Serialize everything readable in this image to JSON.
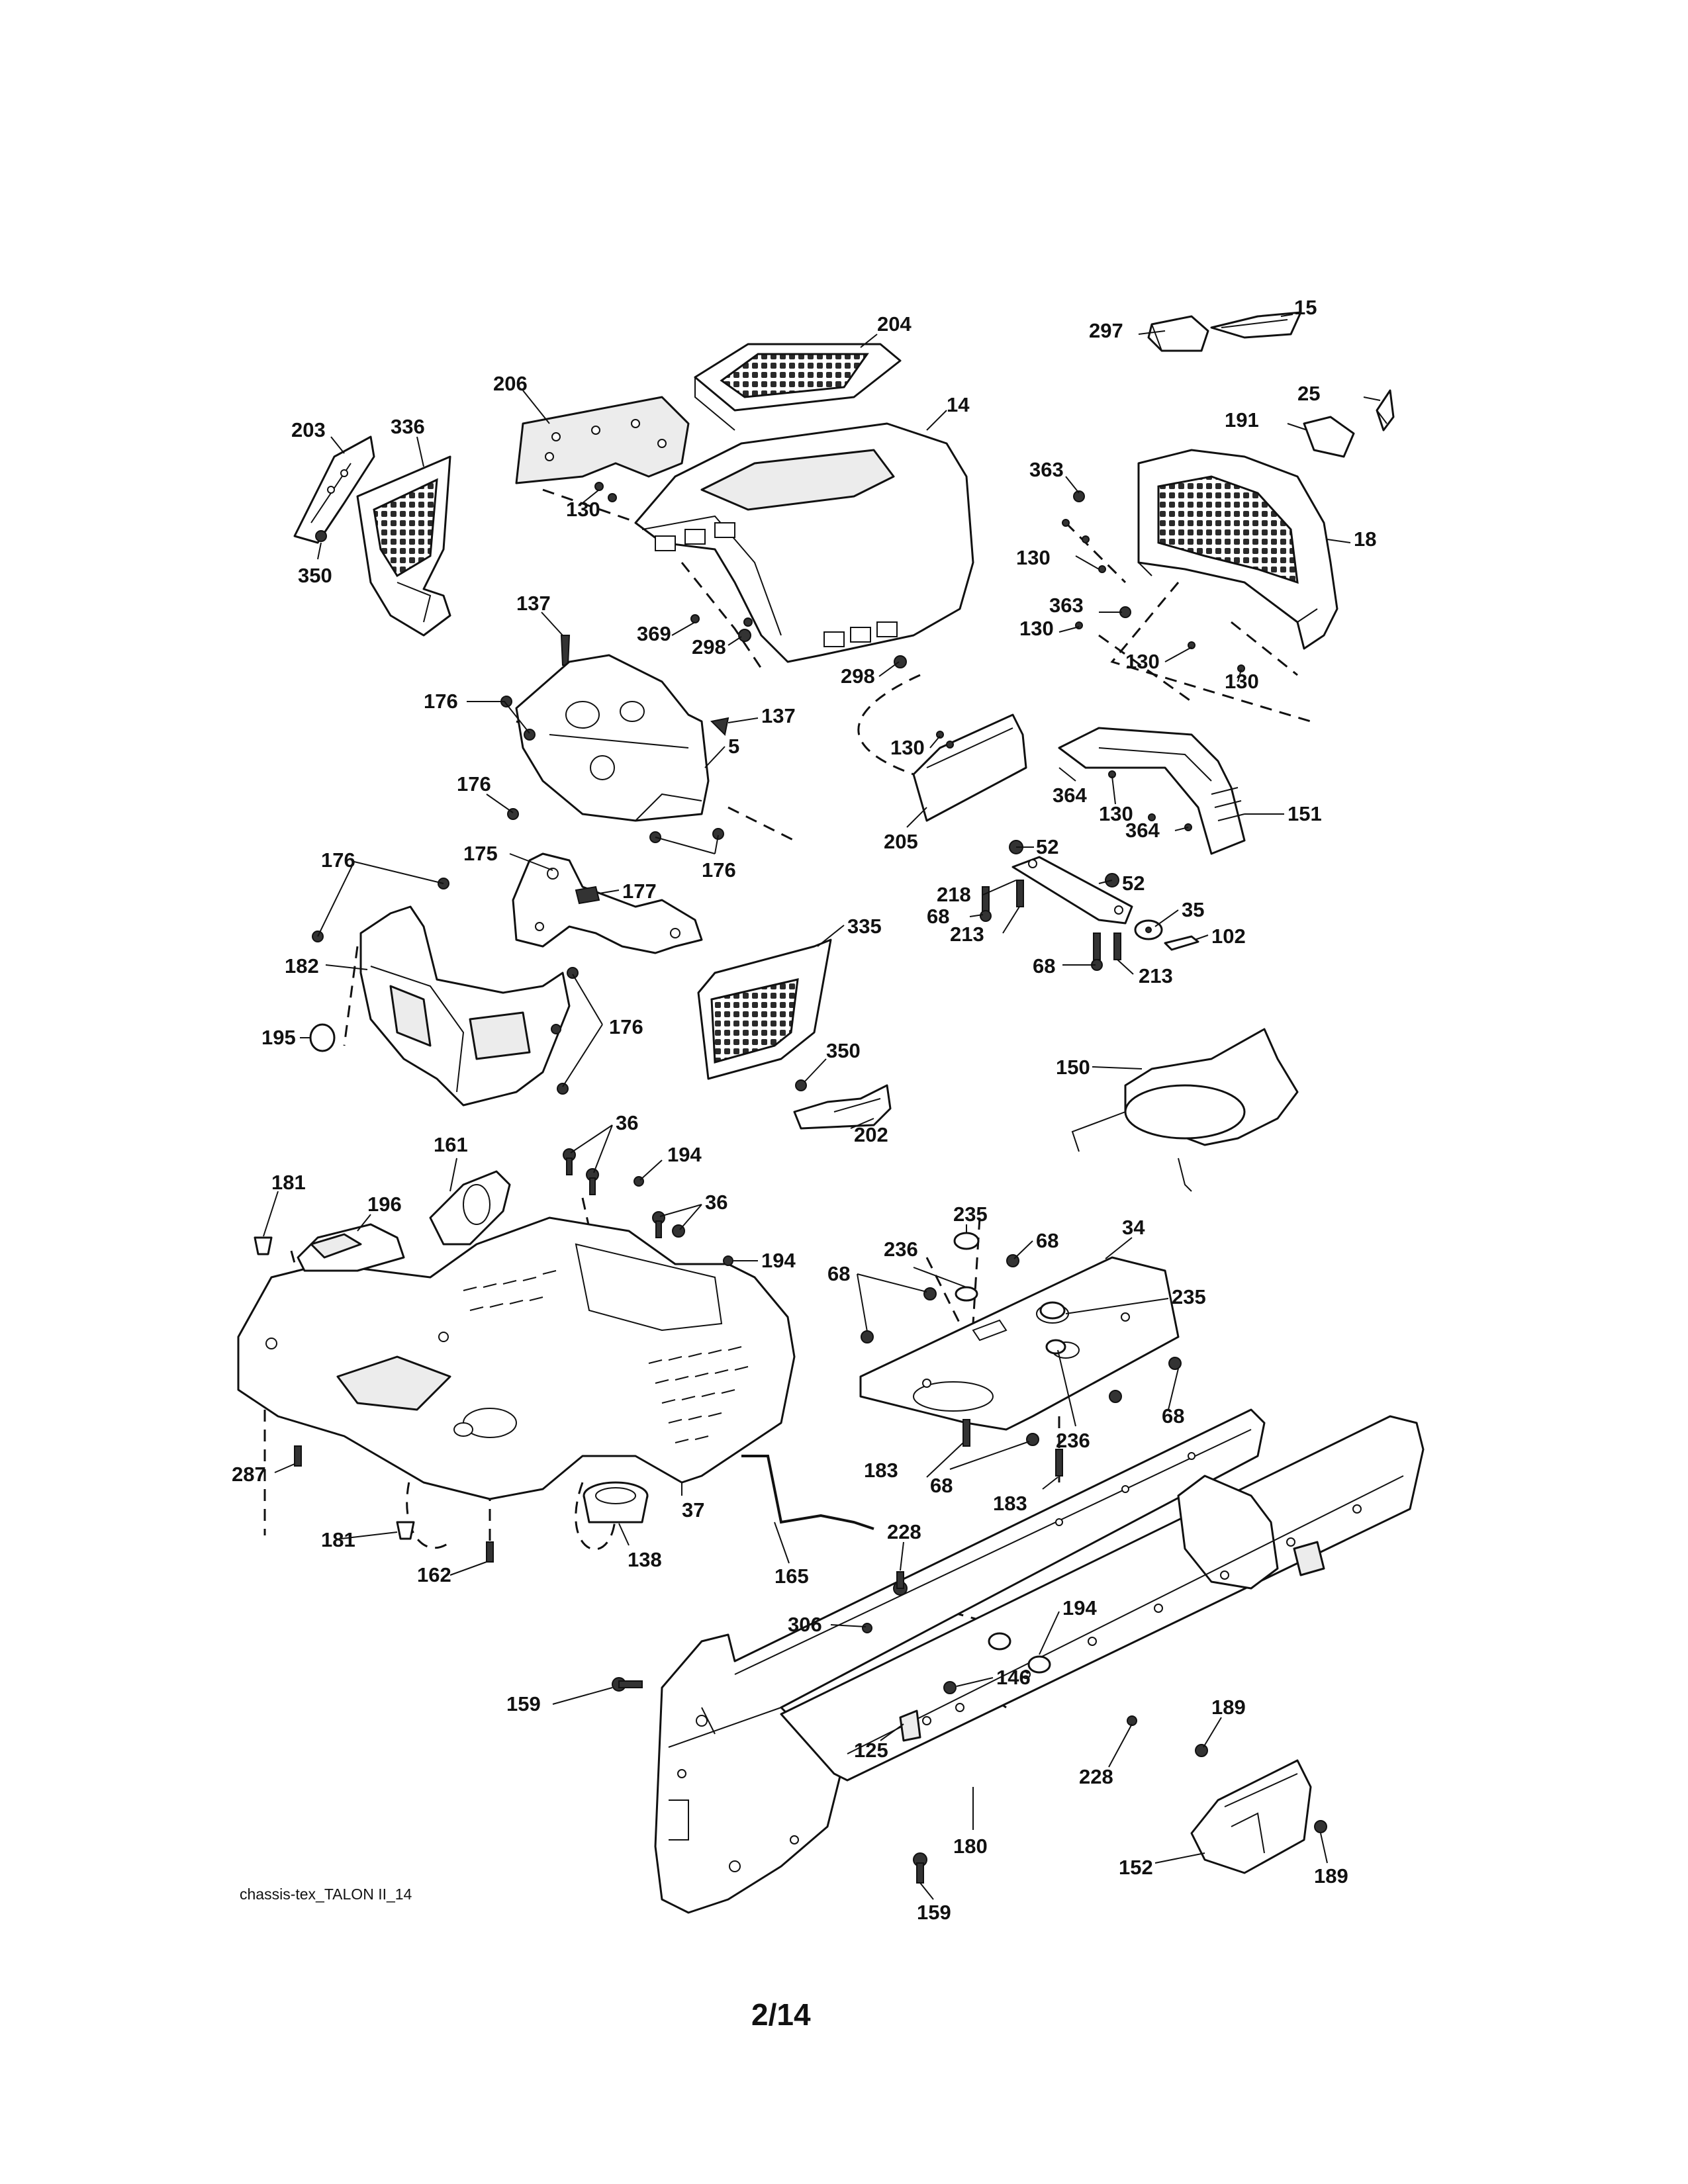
{
  "diagram": {
    "caption": "chassis-tex_TALON II_14",
    "page_number": "2/14",
    "callouts": [
      {
        "key": "c204",
        "label": "204"
      },
      {
        "key": "c14",
        "label": "14"
      },
      {
        "key": "c15",
        "label": "15"
      },
      {
        "key": "c297",
        "label": "297"
      },
      {
        "key": "c25",
        "label": "25"
      },
      {
        "key": "c191",
        "label": "191"
      },
      {
        "key": "c206",
        "label": "206"
      },
      {
        "key": "c203",
        "label": "203"
      },
      {
        "key": "c336",
        "label": "336"
      },
      {
        "key": "c350a",
        "label": "350"
      },
      {
        "key": "c130a",
        "label": "130"
      },
      {
        "key": "c363a",
        "label": "363"
      },
      {
        "key": "c130b",
        "label": "130"
      },
      {
        "key": "c18",
        "label": "18"
      },
      {
        "key": "c137a",
        "label": "137"
      },
      {
        "key": "c369",
        "label": "369"
      },
      {
        "key": "c298a",
        "label": "298"
      },
      {
        "key": "c363b",
        "label": "363"
      },
      {
        "key": "c130c",
        "label": "130"
      },
      {
        "key": "c130d",
        "label": "130"
      },
      {
        "key": "c130e",
        "label": "130"
      },
      {
        "key": "c298b",
        "label": "298"
      },
      {
        "key": "c176a",
        "label": "176"
      },
      {
        "key": "c137b",
        "label": "137"
      },
      {
        "key": "c130f",
        "label": "130"
      },
      {
        "key": "c5",
        "label": "5"
      },
      {
        "key": "c364a",
        "label": "364"
      },
      {
        "key": "c130g",
        "label": "130"
      },
      {
        "key": "c151",
        "label": "151"
      },
      {
        "key": "c176b",
        "label": "176"
      },
      {
        "key": "c364b",
        "label": "364"
      },
      {
        "key": "c205",
        "label": "205"
      },
      {
        "key": "c176c",
        "label": "176"
      },
      {
        "key": "c52a",
        "label": "52"
      },
      {
        "key": "c218",
        "label": "218"
      },
      {
        "key": "c52b",
        "label": "52"
      },
      {
        "key": "c175",
        "label": "175"
      },
      {
        "key": "c176d",
        "label": "176"
      },
      {
        "key": "c177",
        "label": "177"
      },
      {
        "key": "c68a",
        "label": "68"
      },
      {
        "key": "c35",
        "label": "35"
      },
      {
        "key": "c213a",
        "label": "213"
      },
      {
        "key": "c102",
        "label": "102"
      },
      {
        "key": "c335",
        "label": "335"
      },
      {
        "key": "c182",
        "label": "182"
      },
      {
        "key": "c68b",
        "label": "68"
      },
      {
        "key": "c213b",
        "label": "213"
      },
      {
        "key": "c176e",
        "label": "176"
      },
      {
        "key": "c195",
        "label": "195"
      },
      {
        "key": "c150",
        "label": "150"
      },
      {
        "key": "c350b",
        "label": "350"
      },
      {
        "key": "c202",
        "label": "202"
      },
      {
        "key": "c36a",
        "label": "36"
      },
      {
        "key": "c161",
        "label": "161"
      },
      {
        "key": "c194a",
        "label": "194"
      },
      {
        "key": "c181a",
        "label": "181"
      },
      {
        "key": "c196",
        "label": "196"
      },
      {
        "key": "c36b",
        "label": "36"
      },
      {
        "key": "c194b",
        "label": "194"
      },
      {
        "key": "c235a",
        "label": "235"
      },
      {
        "key": "c68c",
        "label": "68"
      },
      {
        "key": "c34",
        "label": "34"
      },
      {
        "key": "c236a",
        "label": "236"
      },
      {
        "key": "c68d",
        "label": "68"
      },
      {
        "key": "c235b",
        "label": "235"
      },
      {
        "key": "c68e",
        "label": "68"
      },
      {
        "key": "c236b",
        "label": "236"
      },
      {
        "key": "c183a",
        "label": "183"
      },
      {
        "key": "c68f",
        "label": "68"
      },
      {
        "key": "c183b",
        "label": "183"
      },
      {
        "key": "c287",
        "label": "287"
      },
      {
        "key": "c37",
        "label": "37"
      },
      {
        "key": "c181b",
        "label": "181"
      },
      {
        "key": "c162",
        "label": "162"
      },
      {
        "key": "c138",
        "label": "138"
      },
      {
        "key": "c165",
        "label": "165"
      },
      {
        "key": "c228a",
        "label": "228"
      },
      {
        "key": "c306",
        "label": "306"
      },
      {
        "key": "c194c",
        "label": "194"
      },
      {
        "key": "c146",
        "label": "146"
      },
      {
        "key": "c159a",
        "label": "159"
      },
      {
        "key": "c125",
        "label": "125"
      },
      {
        "key": "c228b",
        "label": "228"
      },
      {
        "key": "c189a",
        "label": "189"
      },
      {
        "key": "c180",
        "label": "180"
      },
      {
        "key": "c152",
        "label": "152"
      },
      {
        "key": "c189b",
        "label": "189"
      },
      {
        "key": "c159b",
        "label": "159"
      }
    ]
  }
}
